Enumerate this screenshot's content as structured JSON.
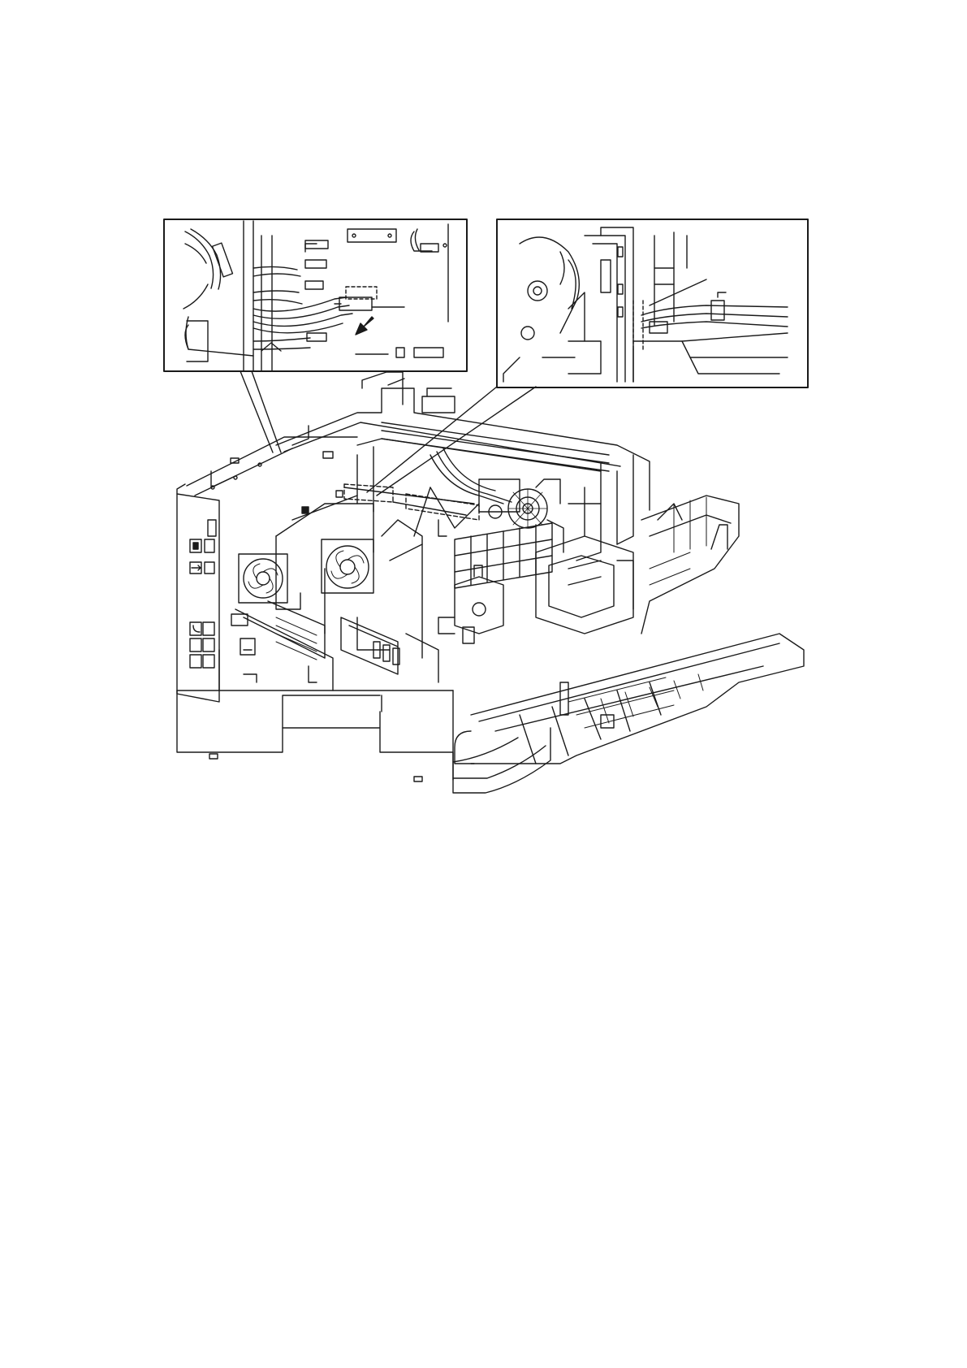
{
  "figure": {
    "type": "technical-line-drawing",
    "subject": "printer-internal-harness-routing",
    "insets": [
      {
        "id": "left-inset",
        "shows": "connector-disconnect-with-arrow"
      },
      {
        "id": "right-inset",
        "shows": "harness-clamp-routing"
      }
    ],
    "line_color": "#1a1a1a",
    "background_color": "#ffffff"
  }
}
